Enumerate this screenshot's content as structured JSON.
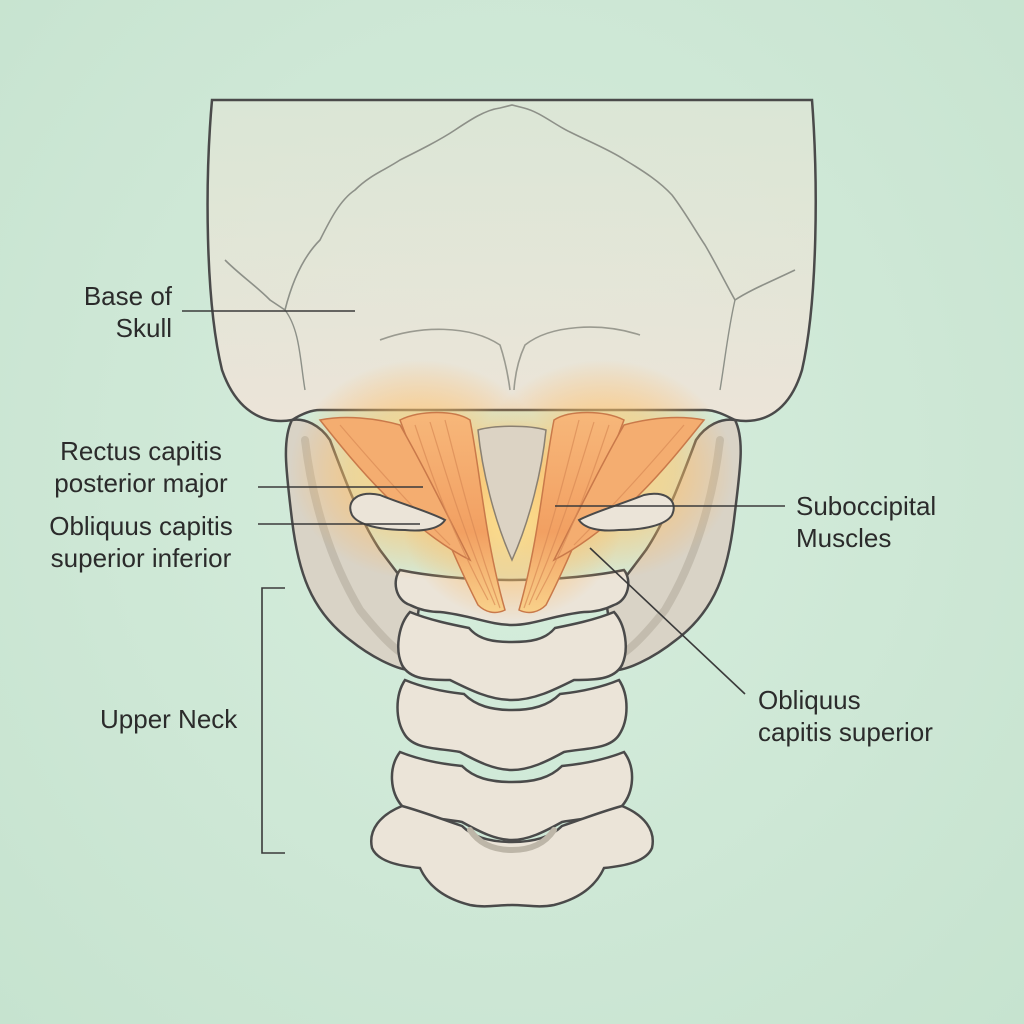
{
  "labels": {
    "base_of_skull": [
      "Base of",
      "Skull"
    ],
    "rectus_capitis": [
      "Rectus capitis",
      "posterior major"
    ],
    "obliquus_inferior": [
      "Obliquus capitis",
      "superior inferior"
    ],
    "suboccipital": [
      "Suboccipital",
      "Muscles"
    ],
    "upper_neck": [
      "Upper Neck"
    ],
    "obliquus_superior": [
      "Obliquus",
      "capitis superior"
    ]
  },
  "colors": {
    "background": "#cde7d5",
    "bone": "#ece5da",
    "bone_outline": "#4a4a4a",
    "muscle": "#f2a466",
    "glow": "#ffd27a",
    "leader_line": "#3a3a3a"
  }
}
